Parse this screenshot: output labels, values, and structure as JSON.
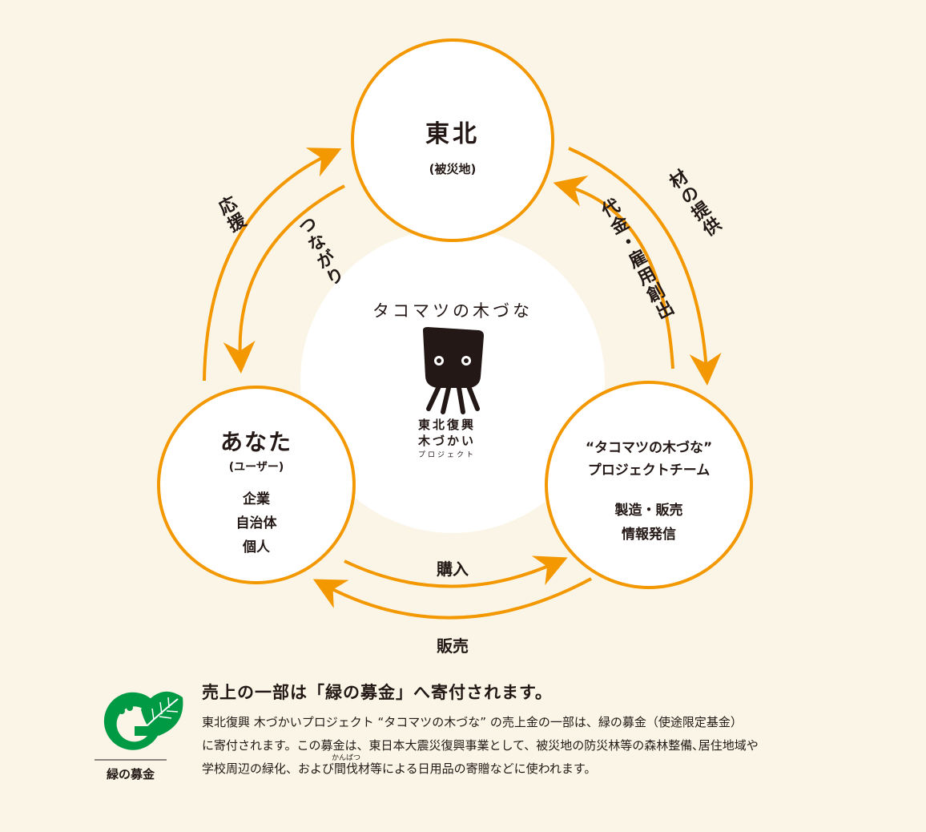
{
  "colors": {
    "orange": "#f39800",
    "dark": "#231815",
    "bg": "#faf5e6",
    "green": "#009944"
  },
  "nodes": {
    "tohoku": {
      "title": "東北",
      "subtitle": "(被災地)"
    },
    "you": {
      "title": "あなた",
      "subtitle": "(ユーザー)",
      "lines": [
        "企業",
        "自治体",
        "個人"
      ]
    },
    "team": {
      "title1": "“タコマツの木づな”",
      "title2": "プロジェクトチーム",
      "lines": [
        "製造・販売",
        "情報発信"
      ]
    }
  },
  "center": {
    "title": "タコマツの木づな",
    "logo_lines": [
      "東北復興",
      "木づかい",
      "プロジェクト"
    ]
  },
  "arrows": {
    "support": "応援",
    "connection": "つながり",
    "material": "材の提供",
    "payment": "代金・雇用創出",
    "purchase": "購入",
    "sales": "販売"
  },
  "footer": {
    "logo_label": "緑の募金",
    "title": "売上の一部は「緑の募金」へ寄付されます。",
    "line1": "東北復興  木づかいプロジェクト “タコマツの木づな” の売上金の一部は、緑の募金（使途限定基金）",
    "line2": "に寄付されます。この募金は、東日本大震災復興事業として、被災地の防災林等の森林整備､居住地域や",
    "line3_pre": "学校周辺の緑化、および",
    "line3_ruby_base": "間伐",
    "line3_ruby": "かんばつ",
    "line3_post": "材等による日用品の寄贈などに使われます。"
  }
}
